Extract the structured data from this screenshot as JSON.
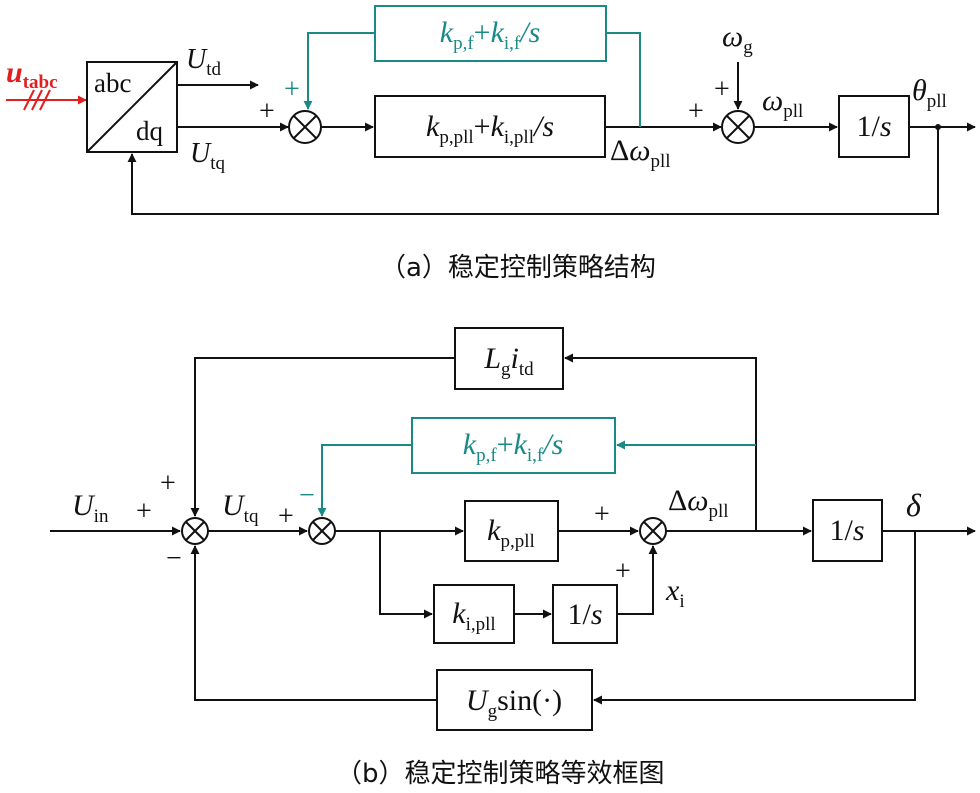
{
  "colors": {
    "line": "#111111",
    "accent": "#1a8a86",
    "input": "#e02020"
  },
  "a": {
    "caption": "（a）稳定控制策略结构",
    "in_sym": "u",
    "in_sub": "tabc",
    "abc": "abc",
    "dq": "dq",
    "utd_sym": "U",
    "utd_sub": "td",
    "utq_sym": "U",
    "utq_sub": "tq",
    "sign_fb": "+",
    "sign_in": "+",
    "pi_kp": "k",
    "pi_kp_sub": "p,pll",
    "pi_plus": "+",
    "pi_ki": "k",
    "pi_ki_sub": "i,pll",
    "pi_over": "/s",
    "fb_kp": "k",
    "fb_kp_sub": "p,f",
    "fb_plus": "+",
    "fb_ki": "k",
    "fb_ki_sub": "i,f",
    "fb_over": "/s",
    "dw_delta": "Δ",
    "dw_sym": "ω",
    "dw_sub": "pll",
    "sign2_in": "+",
    "sign2_top": "+",
    "wg_sym": "ω",
    "wg_sub": "g",
    "wpll_sym": "ω",
    "wpll_sub": "pll",
    "int_num": "1/",
    "int_s": "s",
    "theta_sym": "θ",
    "theta_sub": "pll"
  },
  "b": {
    "caption": "（b）稳定控制策略等效框图",
    "uin_sym": "U",
    "uin_sub": "in",
    "s1_plus_in": "+",
    "s1_plus_top": "+",
    "s1_minus": "−",
    "utq_sym": "U",
    "utq_sub": "tq",
    "s2_plus": "+",
    "s2_minus": "−",
    "lg_sym": "L",
    "lg_sub": "g",
    "lg_i": "i",
    "lg_isub": "td",
    "fb_kp": "k",
    "fb_kp_sub": "p,f",
    "fb_plus": "+",
    "fb_ki": "k",
    "fb_ki_sub": "i,f",
    "fb_over": "/s",
    "kp": "k",
    "kp_sub": "p,pll",
    "ki": "k",
    "ki_sub": "i,pll",
    "int1_num": "1/",
    "int1_s": "s",
    "s3_plus_in": "+",
    "s3_plus_bot": "+",
    "xi_sym": "x",
    "xi_sub": "i",
    "dw_delta": "Δ",
    "dw_sym": "ω",
    "dw_sub": "pll",
    "int2_num": "1/",
    "int2_s": "s",
    "delta": "δ",
    "ug_sym": "U",
    "ug_sub": "g",
    "ug_fn": "sin(·)"
  }
}
